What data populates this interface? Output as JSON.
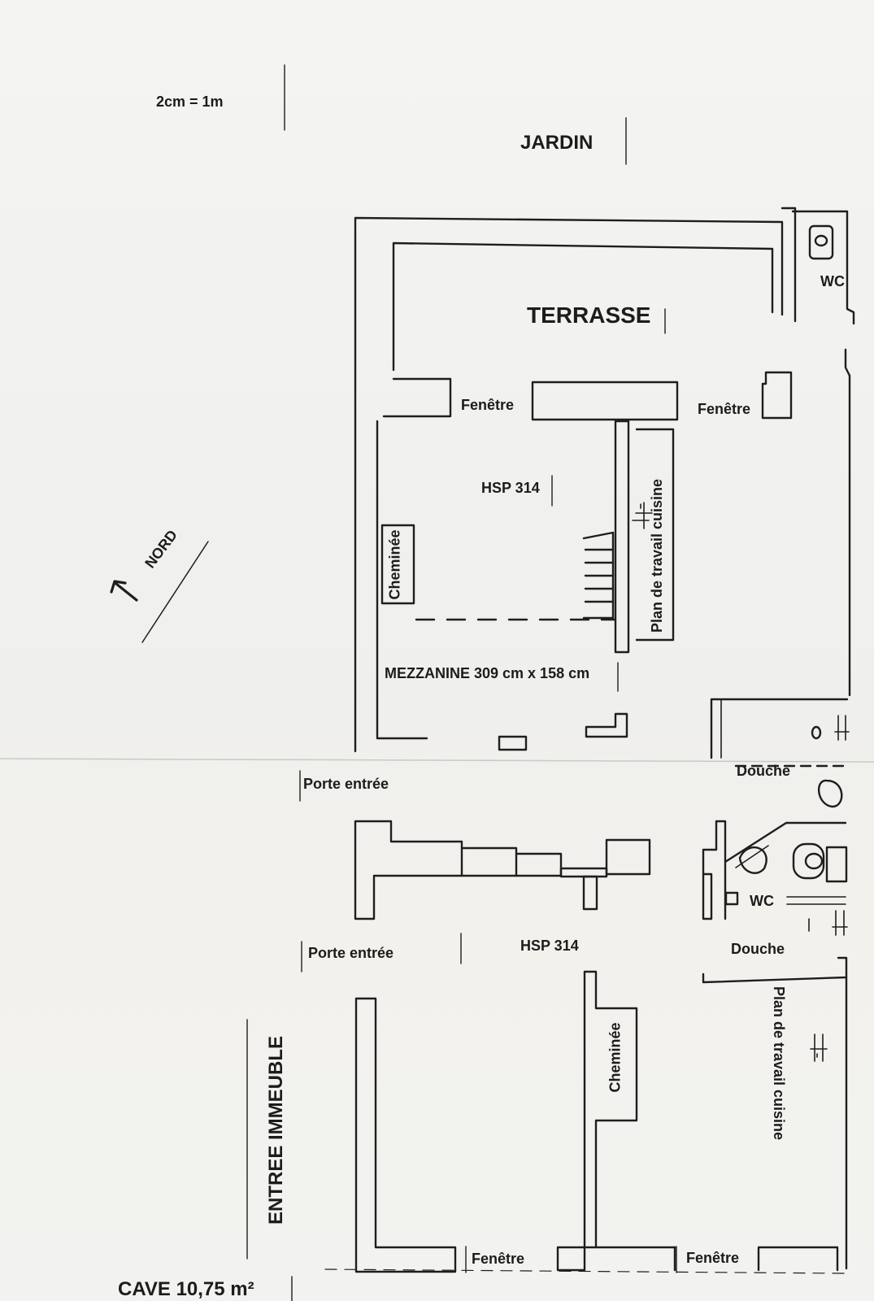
{
  "scale": "2cm = 1m",
  "north": "NORD",
  "upper_floor": {
    "garden": "JARDIN",
    "terrace": "TERRASSE",
    "wc": "WC",
    "window_left": "Fenêtre",
    "window_right": "Fenêtre",
    "ceiling_height": "HSP 314",
    "fireplace": "Cheminée",
    "kitchen_counter": "Plan de travail cuisine",
    "mezzanine": "MEZZANINE 309 cm x 158 cm",
    "front_door": "Porte entrée",
    "shower": "Douche"
  },
  "lower_floor": {
    "front_door": "Porte entrée",
    "ceiling_height": "HSP 314",
    "wc": "WC",
    "shower": "Douche",
    "fireplace": "Cheminée",
    "kitchen_counter": "Plan de travail cuisine",
    "building_entrance": "ENTREE IMMEUBLE",
    "window_left": "Fenêtre",
    "window_right": "Fenêtre",
    "cellar": "CAVE 10,75 m²"
  }
}
